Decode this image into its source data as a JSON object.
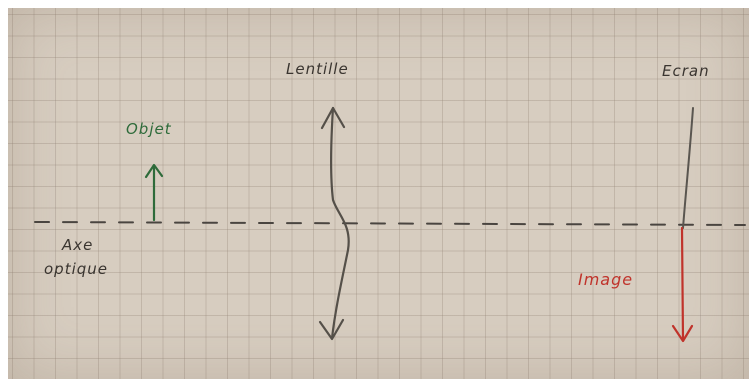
{
  "labels": {
    "lentille": "Lentille",
    "ecran": "Ecran",
    "objet": "Objet",
    "axe_line1": "Axe",
    "axe_line2": "optique",
    "image": "Image"
  },
  "colors": {
    "paper": "#d7cdc0",
    "pencil": "#555049",
    "objet": "#2e6b3a",
    "image": "#c0332b",
    "ink": "#3a3530"
  }
}
